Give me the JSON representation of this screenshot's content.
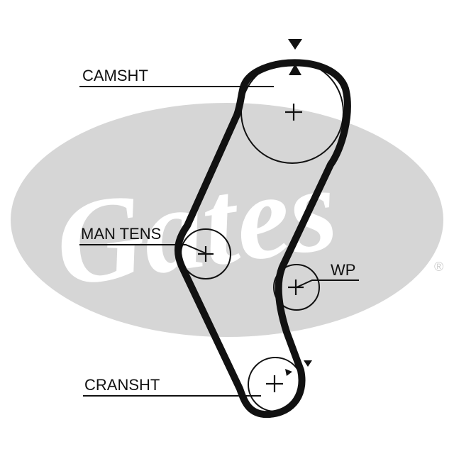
{
  "labels": {
    "camshaft": "CAMSHT",
    "man_tens": "MAN TENS",
    "water_pump": "WP",
    "crankshaft": "CRANSHT"
  },
  "logo": {
    "text": "Gates",
    "registered_mark": "®"
  },
  "colors": {
    "belt": "#111111",
    "logo_ellipse": "#d6d6d6",
    "logo_text": "#ffffff",
    "background": "#ffffff"
  },
  "icons": {
    "timing_mark_down": "triangle-down",
    "timing_mark_up": "triangle-up",
    "crank_mark": "triangle"
  }
}
